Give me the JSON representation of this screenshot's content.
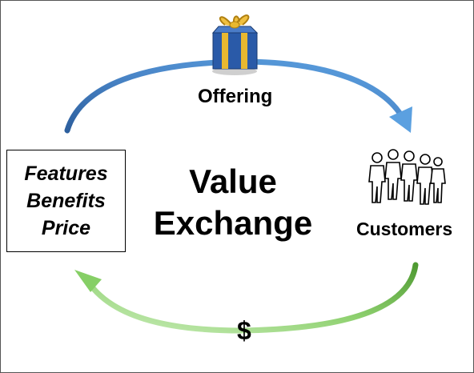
{
  "labels": {
    "offering": "Offering",
    "customers": "Customers",
    "payment": "$"
  },
  "center": {
    "line1": "Value",
    "line2": "Exchange"
  },
  "attributes_box": {
    "items": [
      "Features",
      "Benefits",
      "Price"
    ]
  },
  "colors": {
    "top_arrow": "#4a86c8",
    "bottom_arrow": "#78c35a",
    "gift_box": "#2a5aa8",
    "gift_ribbon": "#e8b830"
  },
  "icons": [
    "gift-icon",
    "people-group-icon"
  ]
}
